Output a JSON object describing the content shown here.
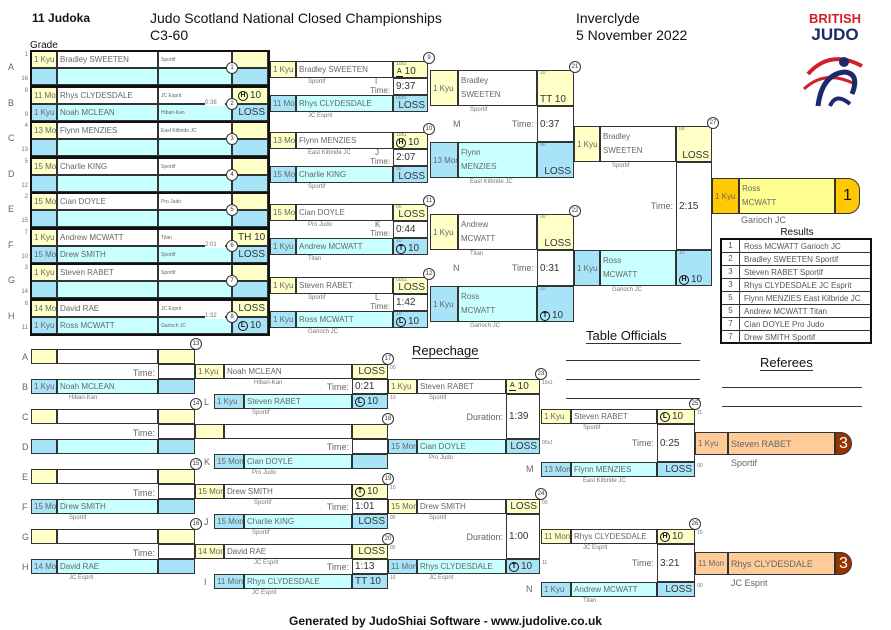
{
  "header": {
    "count": "11 Judoka",
    "title": "Judo Scotland National Closed Championships",
    "category": "C3-60",
    "venue": "Inverclyde",
    "date": "5 November 2022",
    "grade_label": "Grade"
  },
  "logo": {
    "line1": "BRITISH",
    "line2": "JUDO"
  },
  "colors": {
    "yellow": "#ffffc8",
    "blue": "#a8e4f8",
    "cyan": "#c8ffff",
    "gold": "#ffc800",
    "bronze": "#ffcc99",
    "bronze_badge": "#993300"
  },
  "pool": {
    "rows": [
      "A",
      "B",
      "C",
      "D",
      "E",
      "F",
      "G",
      "H"
    ],
    "seeds": [
      [
        "1",
        "16"
      ],
      [
        "8",
        "9"
      ],
      [
        "4",
        "13"
      ],
      [
        "5",
        "12"
      ],
      [
        "2",
        "15"
      ],
      [
        "7",
        "10"
      ],
      [
        "3",
        "14"
      ],
      [
        "6",
        "11"
      ]
    ],
    "matches": [
      {
        "num": "1",
        "time": "",
        "top": {
          "grade": "1 Kyu",
          "name": "Bradley SWEETEN",
          "club": "Sportif"
        },
        "bottom": {}
      },
      {
        "num": "2",
        "time": "0:38",
        "top": {
          "grade": "11 Mon",
          "name": "Rhys CLYDESDALE",
          "club": "JC Esprit",
          "score": {
            "icon": "H",
            "text": "10"
          }
        },
        "bottom": {
          "grade": "1 Kyu",
          "name": "Noah MCLEAN",
          "club": "Hibari-Kan",
          "score": {
            "text": "LOSS"
          }
        }
      },
      {
        "num": "3",
        "time": "",
        "top": {
          "grade": "13 Mon",
          "name": "Flynn MENZIES",
          "club": "East Kilbride JC"
        },
        "bottom": {}
      },
      {
        "num": "4",
        "time": "",
        "top": {
          "grade": "15 Mon",
          "name": "Charlie KING",
          "club": "Sportif"
        },
        "bottom": {}
      },
      {
        "num": "5",
        "time": "",
        "top": {
          "grade": "15 Mon",
          "name": "Cian DOYLE",
          "club": "Pro Judo"
        },
        "bottom": {}
      },
      {
        "num": "6",
        "time": "2:01",
        "top": {
          "grade": "1 Kyu",
          "name": "Andrew MCWATT",
          "club": "Titan",
          "score": {
            "text": "TH 10"
          }
        },
        "bottom": {
          "grade": "15 Mon",
          "name": "Drew SMITH",
          "club": "Sportif",
          "score": {
            "text": "LOSS"
          }
        }
      },
      {
        "num": "7",
        "time": "",
        "top": {
          "grade": "1 Kyu",
          "name": "Steven RABET",
          "club": "Sportif"
        },
        "bottom": {}
      },
      {
        "num": "8",
        "time": "1:32",
        "top": {
          "grade": "14 Mon",
          "name": "David RAE",
          "club": "JC Esprit",
          "score": {
            "text": "LOSS"
          }
        },
        "bottom": {
          "grade": "1 Kyu",
          "name": "Ross MCWATT",
          "club": "Garioch JC",
          "score": {
            "icon": "L",
            "text": "10"
          }
        }
      }
    ]
  },
  "main": [
    {
      "num": "9",
      "label": "I",
      "time_label": "Time:",
      "time": "9:37",
      "top": {
        "grade": "1 Kyu",
        "name": "Bradley SWEETEN",
        "club": "Sportif",
        "score": {
          "tri": "A",
          "text": "10",
          "code": "10s2"
        }
      },
      "bottom": {
        "grade": "11 Mon",
        "name": "Rhys CLYDESDALE",
        "club": "JC Esprit",
        "score": {
          "text": "LOSS",
          "code": "00s1"
        }
      }
    },
    {
      "num": "10",
      "label": "J",
      "time_label": "Time:",
      "time": "2:07",
      "top": {
        "grade": "13 Mon",
        "name": "Flynn MENZIES",
        "club": "East Kilbride JC",
        "score": {
          "icon": "H",
          "text": "10",
          "code": "10s1"
        }
      },
      "bottom": {
        "grade": "15 Mon",
        "name": "Charlie KING",
        "club": "Sportif",
        "score": {
          "text": "LOSS",
          "code": "00"
        }
      }
    },
    {
      "num": "11",
      "label": "K",
      "time_label": "Time:",
      "time": "0:44",
      "top": {
        "grade": "15 Mon",
        "name": "Cian DOYLE",
        "club": "Pro Judo",
        "score": {
          "text": "LOSS",
          "code": "00"
        }
      },
      "bottom": {
        "grade": "1 Kyu",
        "name": "Andrew MCWATT",
        "club": "Titan",
        "score": {
          "icon": "T",
          "text": "10",
          "code": "10"
        }
      }
    },
    {
      "num": "12",
      "label": "L",
      "time_label": "Time:",
      "time": "1:42",
      "top": {
        "grade": "1 Kyu",
        "name": "Steven RABET",
        "club": "Sportif",
        "score": {
          "text": "LOSS",
          "code": "00s1"
        }
      },
      "bottom": {
        "grade": "1 Kyu",
        "name": "Ross MCWATT",
        "club": "Garioch JC",
        "score": {
          "icon": "L",
          "text": "10",
          "code": "10"
        }
      }
    },
    {
      "num": "21",
      "label": "M",
      "time_label": "Time:",
      "time": "0:37",
      "top": {
        "grade": "1 Kyu",
        "name": "Bradley SWEETEN",
        "club": "Sportif",
        "score": {
          "text": "TT 10",
          "code": "10"
        }
      },
      "bottom": {
        "grade": "13 Mon",
        "name": "Flynn MENZIES",
        "club": "East Kilbride JC",
        "score": {
          "text": "LOSS",
          "code": "00"
        }
      }
    },
    {
      "num": "22",
      "label": "N",
      "time_label": "Time:",
      "time": "0:31",
      "top": {
        "grade": "1 Kyu",
        "name": "Andrew MCWATT",
        "club": "Titan",
        "score": {
          "text": "LOSS",
          "code": "00"
        }
      },
      "bottom": {
        "grade": "1 Kyu",
        "name": "Ross MCWATT",
        "club": "Garioch JC",
        "score": {
          "icon": "T",
          "text": "10",
          "code": "10"
        }
      }
    },
    {
      "num": "27",
      "label": "",
      "time_label": "Time:",
      "time": "2:15",
      "top": {
        "grade": "1 Kyu",
        "name": "Bradley SWEETEN",
        "club": "Sportif",
        "score": {
          "text": "LOSS",
          "code": "00"
        }
      },
      "bottom": {
        "grade": "1 Kyu",
        "name": "Ross MCWATT",
        "club": "Garioch JC",
        "score": {
          "icon": "H",
          "text": "10",
          "code": "10"
        }
      }
    }
  ],
  "winner": {
    "place": "1",
    "grade": "1 Kyu",
    "name": "Ross MCWATT",
    "club": "Garioch JC"
  },
  "results": {
    "title": "Results",
    "rows": [
      {
        "place": "1",
        "text": "Ross MCWATT Garioch JC"
      },
      {
        "place": "2",
        "text": "Bradley SWEETEN Sportif"
      },
      {
        "place": "3",
        "text": "Steven RABET Sportif"
      },
      {
        "place": "3",
        "text": "Rhys CLYDESDALE JC Esprit"
      },
      {
        "place": "5",
        "text": "Flynn MENZIES East Kilbride JC"
      },
      {
        "place": "5",
        "text": "Andrew MCWATT Titan"
      },
      {
        "place": "7",
        "text": "Cian DOYLE Pro Judo"
      },
      {
        "place": "7",
        "text": "Drew SMITH Sportif"
      }
    ]
  },
  "officials": {
    "table": "Table Officials",
    "referees": "Referees"
  },
  "repechage": {
    "title": "Repechage",
    "r1": [
      {
        "num": "13",
        "rows": [
          "A",
          "B"
        ],
        "time_label": "Time:",
        "top": {},
        "bottom": {
          "grade": "1 Kyu",
          "name": "Noah MCLEAN",
          "club": "Hibari-Kan"
        }
      },
      {
        "num": "14",
        "rows": [
          "C",
          "D"
        ],
        "time_label": "Time:",
        "top": {},
        "bottom": {}
      },
      {
        "num": "15",
        "rows": [
          "E",
          "F"
        ],
        "time_label": "Time:",
        "top": {},
        "bottom": {
          "grade": "15 Mon",
          "name": "Drew SMITH",
          "club": "Sportif"
        }
      },
      {
        "num": "16",
        "rows": [
          "G",
          "H"
        ],
        "time_label": "Time:",
        "top": {},
        "bottom": {
          "grade": "14 Mon",
          "name": "David RAE",
          "club": "JC Esprit"
        }
      }
    ],
    "r2": [
      {
        "num": "17",
        "label": "L",
        "time_label": "Time:",
        "time": "0:21",
        "top": {
          "grade": "1 Kyu",
          "name": "Noah MCLEAN",
          "club": "Hibari-Kan",
          "score": {
            "text": "LOSS",
            "code": "00"
          }
        },
        "bottom": {
          "grade": "1 Kyu",
          "name": "Steven RABET",
          "club": "Sportif",
          "score": {
            "icon": "L",
            "text": "10",
            "code": "10"
          }
        }
      },
      {
        "num": "18",
        "label": "K",
        "time_label": "Time:",
        "time": "",
        "top": {},
        "bottom": {
          "grade": "15 Mon",
          "name": "Cian DOYLE",
          "club": "Pro Judo"
        }
      },
      {
        "num": "19",
        "label": "J",
        "time_label": "Time:",
        "time": "1:01",
        "top": {
          "grade": "15 Mon",
          "name": "Drew SMITH",
          "club": "Sportif",
          "score": {
            "icon": "T",
            "text": "10",
            "code": "10"
          }
        },
        "bottom": {
          "grade": "15 Mon",
          "name": "Charlie KING",
          "club": "Sportif",
          "score": {
            "text": "LOSS",
            "code": "00"
          }
        }
      },
      {
        "num": "20",
        "label": "I",
        "time_label": "Time:",
        "time": "1:13",
        "top": {
          "grade": "14 Mon",
          "name": "David RAE",
          "club": "JC Esprit",
          "score": {
            "text": "LOSS",
            "code": "00"
          }
        },
        "bottom": {
          "grade": "11 Mon",
          "name": "Rhys CLYDESDALE",
          "club": "JC Esprit",
          "score": {
            "text": "TT 10",
            "code": "10"
          }
        }
      }
    ],
    "r3": [
      {
        "num": "23",
        "time_label": "Duration:",
        "time": "1:39",
        "top": {
          "grade": "1 Kyu",
          "name": "Steven RABET",
          "club": "Sportif",
          "score": {
            "tri": "A",
            "text": "10",
            "code": "10s1"
          }
        },
        "bottom": {
          "grade": "15 Mon",
          "name": "Cian DOYLE",
          "club": "Pro Judo",
          "score": {
            "text": "LOSS",
            "code": "00s1"
          }
        }
      },
      {
        "num": "24",
        "time_label": "Duration:",
        "time": "1:00",
        "top": {
          "grade": "15 Mon",
          "name": "Drew SMITH",
          "club": "Sportif",
          "score": {
            "text": "LOSS",
            "code": "00"
          }
        },
        "bottom": {
          "grade": "11 Mon",
          "name": "Rhys CLYDESDALE",
          "club": "JC Esprit",
          "score": {
            "icon": "T",
            "text": "10",
            "code": "11"
          }
        }
      }
    ],
    "bronze": [
      {
        "num": "25",
        "label": "M",
        "time_label": "Time:",
        "time": "0:25",
        "top": {
          "grade": "1 Kyu",
          "name": "Steven RABET",
          "club": "Sportif",
          "score": {
            "icon": "L",
            "text": "10",
            "code": "11"
          }
        },
        "bottom": {
          "grade": "13 Mon",
          "name": "Flynn MENZIES",
          "club": "East Kilbride JC",
          "score": {
            "text": "LOSS",
            "code": "00"
          }
        }
      },
      {
        "num": "26",
        "label": "N",
        "time_label": "Time:",
        "time": "3:21",
        "top": {
          "grade": "11 Mon",
          "name": "Rhys CLYDESDALE",
          "club": "JC Esprit",
          "score": {
            "icon": "H",
            "text": "10",
            "code": "10"
          }
        },
        "bottom": {
          "grade": "1 Kyu",
          "name": "Andrew MCWATT",
          "club": "Titan",
          "score": {
            "text": "LOSS",
            "code": "00"
          }
        }
      }
    ],
    "medals": [
      {
        "place": "3",
        "grade": "1 Kyu",
        "name": "Steven RABET",
        "club": "Sportif"
      },
      {
        "place": "3",
        "grade": "11 Mon",
        "name": "Rhys CLYDESDALE",
        "club": "JC Esprit"
      }
    ]
  },
  "footer": "Generated by JudoShiai Software - www.judolive.co.uk"
}
